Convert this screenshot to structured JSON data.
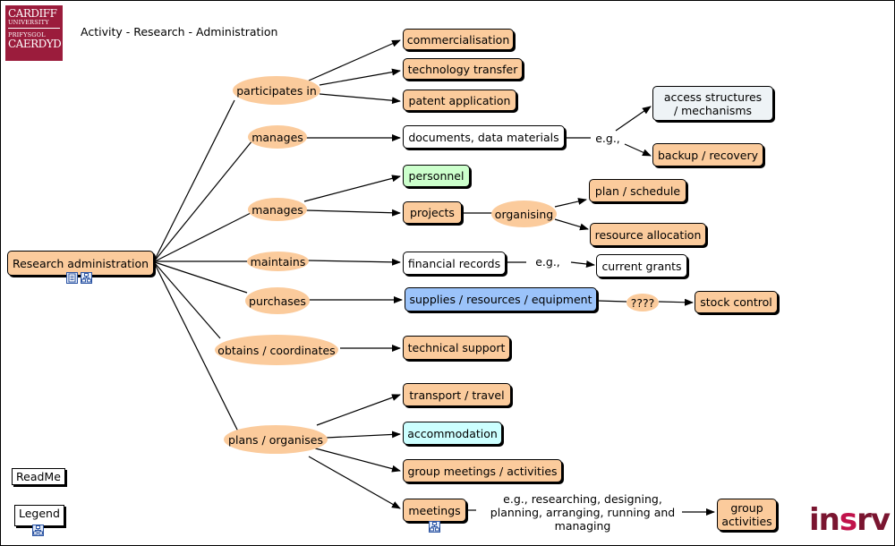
{
  "title": "Activity - Research - Administration",
  "logo": {
    "line1": "CARDIFF",
    "line2": "UNIVERSITY",
    "line3": "PRIFYSGOL",
    "line4": "CAERDYD"
  },
  "brand": {
    "part1": "in",
    "part2": "s",
    "part3": "rv"
  },
  "buttons": {
    "readme": "ReadMe",
    "legend": "Legend"
  },
  "concepts": {
    "research_admin": "Research administration",
    "participates_in": "participates in",
    "commercialisation": "commercialisation",
    "technology_transfer": "technology transfer",
    "patent_application": "patent application",
    "manages_1": "manages",
    "documents": "documents, data materials",
    "eg_1": "e.g.,",
    "access_structures": "access structures / mechanisms",
    "backup_recovery": "backup / recovery",
    "manages_2": "manages",
    "personnel": "personnel",
    "projects": "projects",
    "organising": "organising",
    "plan_schedule": "plan / schedule",
    "resource_allocation": "resource allocation",
    "maintains": "maintains",
    "financial_records": "financial records",
    "eg_2": "e.g.,",
    "current_grants": "current grants",
    "purchases": "purchases",
    "supplies": "supplies / resources / equipment",
    "unknown": "????",
    "stock_control": "stock control",
    "obtains": "obtains / coordinates",
    "technical_support": "technical support",
    "plans_organises": "plans / organises",
    "transport": "transport / travel",
    "accommodation": "accommodation",
    "group_meetings": "group meetings / activities",
    "meetings": "meetings",
    "eg_meetings": "e.g., researching, designing, planning, arranging, running and managing",
    "group_activities": "group activities"
  },
  "colors": {
    "orange": "#FBCB9C",
    "green": "#CCFFCC",
    "blue": "#9BC3FA",
    "cyan": "#CCFFFF",
    "grey": "#EEF3F6",
    "logo": "#9B1C3C"
  }
}
